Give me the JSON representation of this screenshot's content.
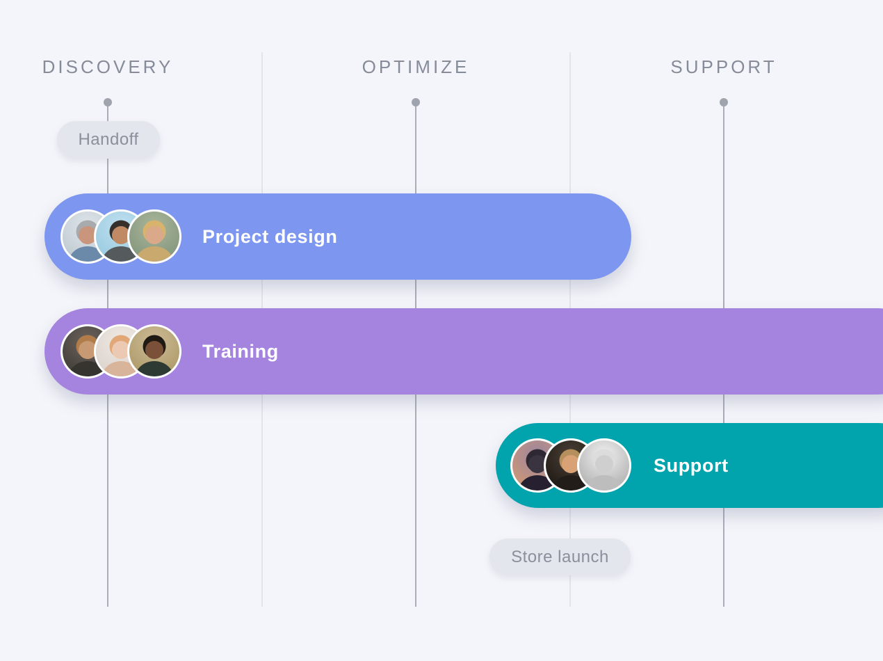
{
  "colors": {
    "background": "#F4F5FA",
    "grid_line": "#E2E4EB",
    "marker_line": "#A9ADB7",
    "marker_dot": "#9EA3AD",
    "pill_bg": "#E4E6ED",
    "pill_text": "#8A8F9B",
    "header_text": "#858B98",
    "bar_text": "#FFFFFF"
  },
  "columns": [
    {
      "label": "DISCOVERY"
    },
    {
      "label": "OPTIMIZE"
    },
    {
      "label": "SUPPORT"
    }
  ],
  "milestones": [
    {
      "label": "Handoff"
    },
    {
      "label": "Store launch"
    }
  ],
  "tasks": [
    {
      "label": "Project design",
      "color": "#7D96EF",
      "avatars": [
        {
          "name": "gray-haired-man-plaid-shirt",
          "bg_top": "#dfe6ea",
          "bg_bottom": "#b8c4cc",
          "hair": "#a8abae",
          "skin": "#c9957d",
          "shirt": "#6b89a8"
        },
        {
          "name": "dark-haired-bearded-man-sky",
          "bg_top": "#bfe0ef",
          "bg_bottom": "#93c6de",
          "hair": "#35302c",
          "skin": "#c08a64",
          "shirt": "#555a5c"
        },
        {
          "name": "blonde-woman-foliage",
          "bg_top": "#a9b59a",
          "bg_bottom": "#7d9178",
          "hair": "#d7b36e",
          "skin": "#d9a98a",
          "shirt": "#c9a96e"
        }
      ]
    },
    {
      "label": "Training",
      "color": "#A584E0",
      "avatars": [
        {
          "name": "curly-haired-man-dark",
          "bg_top": "#6a625c",
          "bg_bottom": "#3c3733",
          "hair": "#b07c4a",
          "skin": "#c79a73",
          "shirt": "#35342f"
        },
        {
          "name": "red-haired-pale-woman",
          "bg_top": "#efe9e4",
          "bg_bottom": "#d8cfc8",
          "hair": "#e2a777",
          "skin": "#ecc9b2",
          "shirt": "#d8b49a"
        },
        {
          "name": "black-man-field",
          "bg_top": "#cdbb98",
          "bg_bottom": "#a8945f",
          "hair": "#201a15",
          "skin": "#7a5138",
          "shirt": "#2c3a33"
        }
      ]
    },
    {
      "label": "Support",
      "color": "#01A3AC",
      "avatars": [
        {
          "name": "silhouette-person-sunset",
          "bg_top": "#9b86a0",
          "bg_bottom": "#d99a6c",
          "hair": "#2e2833",
          "skin": "#3a3340",
          "shirt": "#262030"
        },
        {
          "name": "smiling-man-dark-background",
          "bg_top": "#4a3f35",
          "bg_bottom": "#17130f",
          "hair": "#b5905c",
          "skin": "#d8a276",
          "shirt": "#221d18"
        },
        {
          "name": "blonde-woman-black-and-white",
          "bg_top": "#f0f0f0",
          "bg_bottom": "#a5a5a5",
          "hair": "#dcdcdc",
          "skin": "#cfcfcf",
          "shirt": "#bdbdbd"
        }
      ]
    }
  ]
}
